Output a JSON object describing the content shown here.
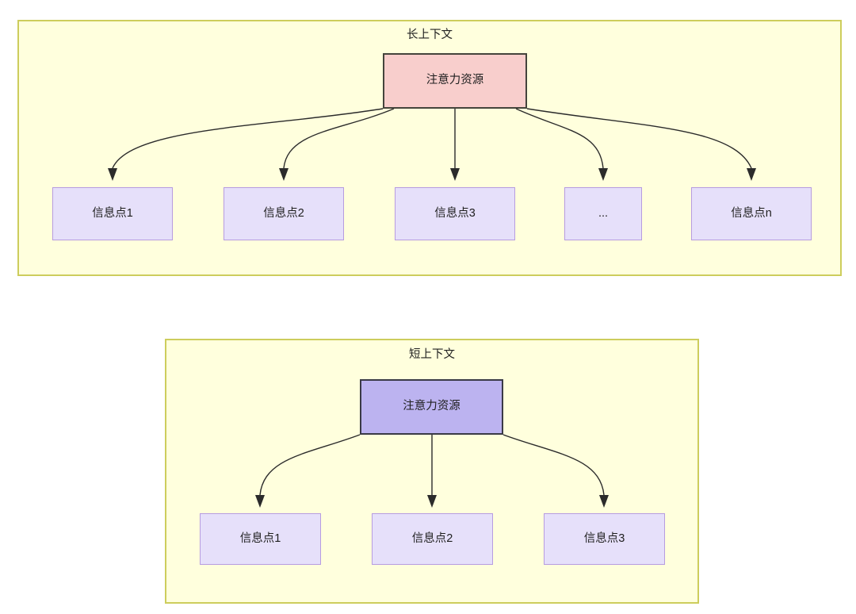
{
  "diagram": {
    "title_long": "长上下文",
    "title_short": "短上下文",
    "colors": {
      "panel_fill": "#ffffdd",
      "panel_border": "#cdcd5c",
      "root_long_fill": "#f8cecc",
      "root_long_border": "#44443c",
      "root_short_fill": "#bcb3f0",
      "root_short_border": "#3a3a46",
      "leaf_fill": "#e6e0fa",
      "leaf_border": "#b79ce0",
      "edge_stroke": "#2b2b2b"
    }
  },
  "long_context": {
    "title": "长上下文",
    "root_label": "注意力资源",
    "leaves": [
      {
        "label": "信息点1"
      },
      {
        "label": "信息点2"
      },
      {
        "label": "信息点3"
      },
      {
        "label": "..."
      },
      {
        "label": "信息点n"
      }
    ]
  },
  "short_context": {
    "title": "短上下文",
    "root_label": "注意力资源",
    "leaves": [
      {
        "label": "信息点1"
      },
      {
        "label": "信息点2"
      },
      {
        "label": "信息点3"
      }
    ]
  }
}
